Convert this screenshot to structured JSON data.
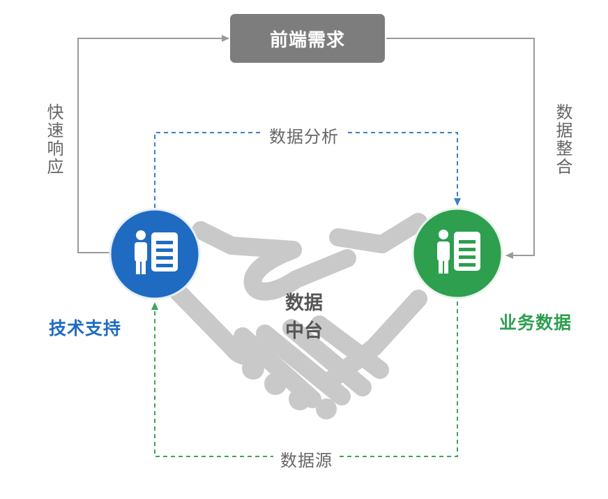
{
  "top_box": {
    "label": "前端需求"
  },
  "left_loop_label": "快速响应",
  "right_loop_label": "数据整合",
  "top_dashed_label": "数据分析",
  "bottom_dashed_label": "数据源",
  "center": {
    "line1": "数据",
    "line2": "中台"
  },
  "left_node": {
    "label": "技术支持",
    "color": "#1f6bc2",
    "icon": "person-document-icon"
  },
  "right_node": {
    "label": "业务数据",
    "color": "#2e9e4f",
    "icon": "person-document-icon"
  },
  "colors": {
    "gray_box": "#7d7d7d",
    "connector": "#9a9a9a",
    "blue_dashed": "#3a7fc5",
    "green_dashed": "#3aa65a",
    "handshake": "#c8c8c8"
  }
}
